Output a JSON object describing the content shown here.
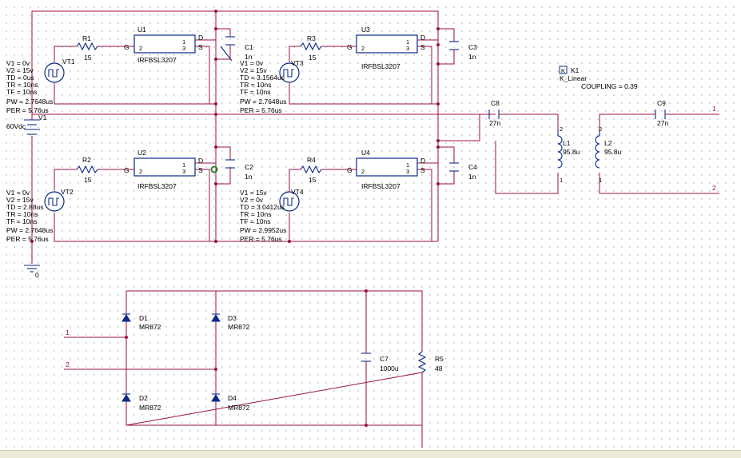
{
  "transistors": [
    {
      "ref": "U1",
      "part": "IRFBSL3207",
      "g": "G",
      "d": "D",
      "s": "S",
      "p1": "1",
      "p2": "2",
      "p3": "3"
    },
    {
      "ref": "U2",
      "part": "IRFBSL3207",
      "g": "G",
      "d": "D",
      "s": "S",
      "p1": "1",
      "p2": "2",
      "p3": "3"
    },
    {
      "ref": "U3",
      "part": "IRFBSL3207",
      "g": "G",
      "d": "D",
      "s": "S",
      "p1": "1",
      "p2": "2",
      "p3": "3"
    },
    {
      "ref": "U4",
      "part": "IRFBSL3207",
      "g": "G",
      "d": "D",
      "s": "S",
      "p1": "1",
      "p2": "2",
      "p3": "3"
    }
  ],
  "resistors": [
    {
      "ref": "R1",
      "value": "15"
    },
    {
      "ref": "R2",
      "value": "15"
    },
    {
      "ref": "R3",
      "value": "15"
    },
    {
      "ref": "R4",
      "value": "15"
    },
    {
      "ref": "R5",
      "value": "48"
    }
  ],
  "capacitors": [
    {
      "ref": "C1",
      "value": "1n"
    },
    {
      "ref": "C2",
      "value": "1n"
    },
    {
      "ref": "C3",
      "value": "1n"
    },
    {
      "ref": "C4",
      "value": "1n"
    },
    {
      "ref": "C7",
      "value": "1000u"
    },
    {
      "ref": "C8",
      "value": "27n"
    },
    {
      "ref": "C9",
      "value": "27n"
    }
  ],
  "inductors": [
    {
      "ref": "L1",
      "value": "95.8u",
      "p_top": "2",
      "p_bot": "1"
    },
    {
      "ref": "L2",
      "value": "95.8u",
      "p_top": "2",
      "p_bot": "1"
    }
  ],
  "coupling": {
    "ref": "K1",
    "model": "K_Linear",
    "param": "COUPLING = 0.39",
    "glyph": "K"
  },
  "dc_source": {
    "ref": "V1",
    "value": "60Vdc"
  },
  "ground": {
    "label": "0"
  },
  "pulse_sources": [
    {
      "ref": "VT1",
      "lines": [
        "V1 = 0v",
        "V2 = 15v",
        "TD = 0us",
        "TR = 10ns",
        "TF = 10ns",
        "PW = 2.7648us",
        "PER = 5.76us"
      ]
    },
    {
      "ref": "VT2",
      "lines": [
        "V1 = 0v",
        "V2 = 15v",
        "TD = 2.88us",
        "TR = 10ns",
        "TF = 10ns",
        "PW = 2.7648us",
        "PER = 5.76us"
      ]
    },
    {
      "ref": "VT3",
      "lines": [
        "V1 = 0v",
        "V2 = 15v",
        "TD = 3.1564us",
        "TR = 10ns",
        "TF = 10ns",
        "PW = 2.7648us",
        "PER = 5.76us"
      ]
    },
    {
      "ref": "VT4",
      "lines": [
        "V1 = 15v",
        "V2 = 0v",
        "TD = 3.0412us",
        "TR = 10ns",
        "TF = 10ns",
        "PW = 2.9952us",
        "PER = 5.76us"
      ]
    }
  ],
  "diodes": [
    {
      "ref": "D1",
      "part": "MR872"
    },
    {
      "ref": "D2",
      "part": "MR872"
    },
    {
      "ref": "D3",
      "part": "MR872"
    },
    {
      "ref": "D4",
      "part": "MR872"
    }
  ],
  "net_labels": {
    "out1": "1",
    "out2": "2",
    "in1": "1",
    "in2": "2"
  },
  "colors": {
    "wire": "#9b1145",
    "part": "#0b2a8a",
    "node": "#2f7d1f"
  }
}
